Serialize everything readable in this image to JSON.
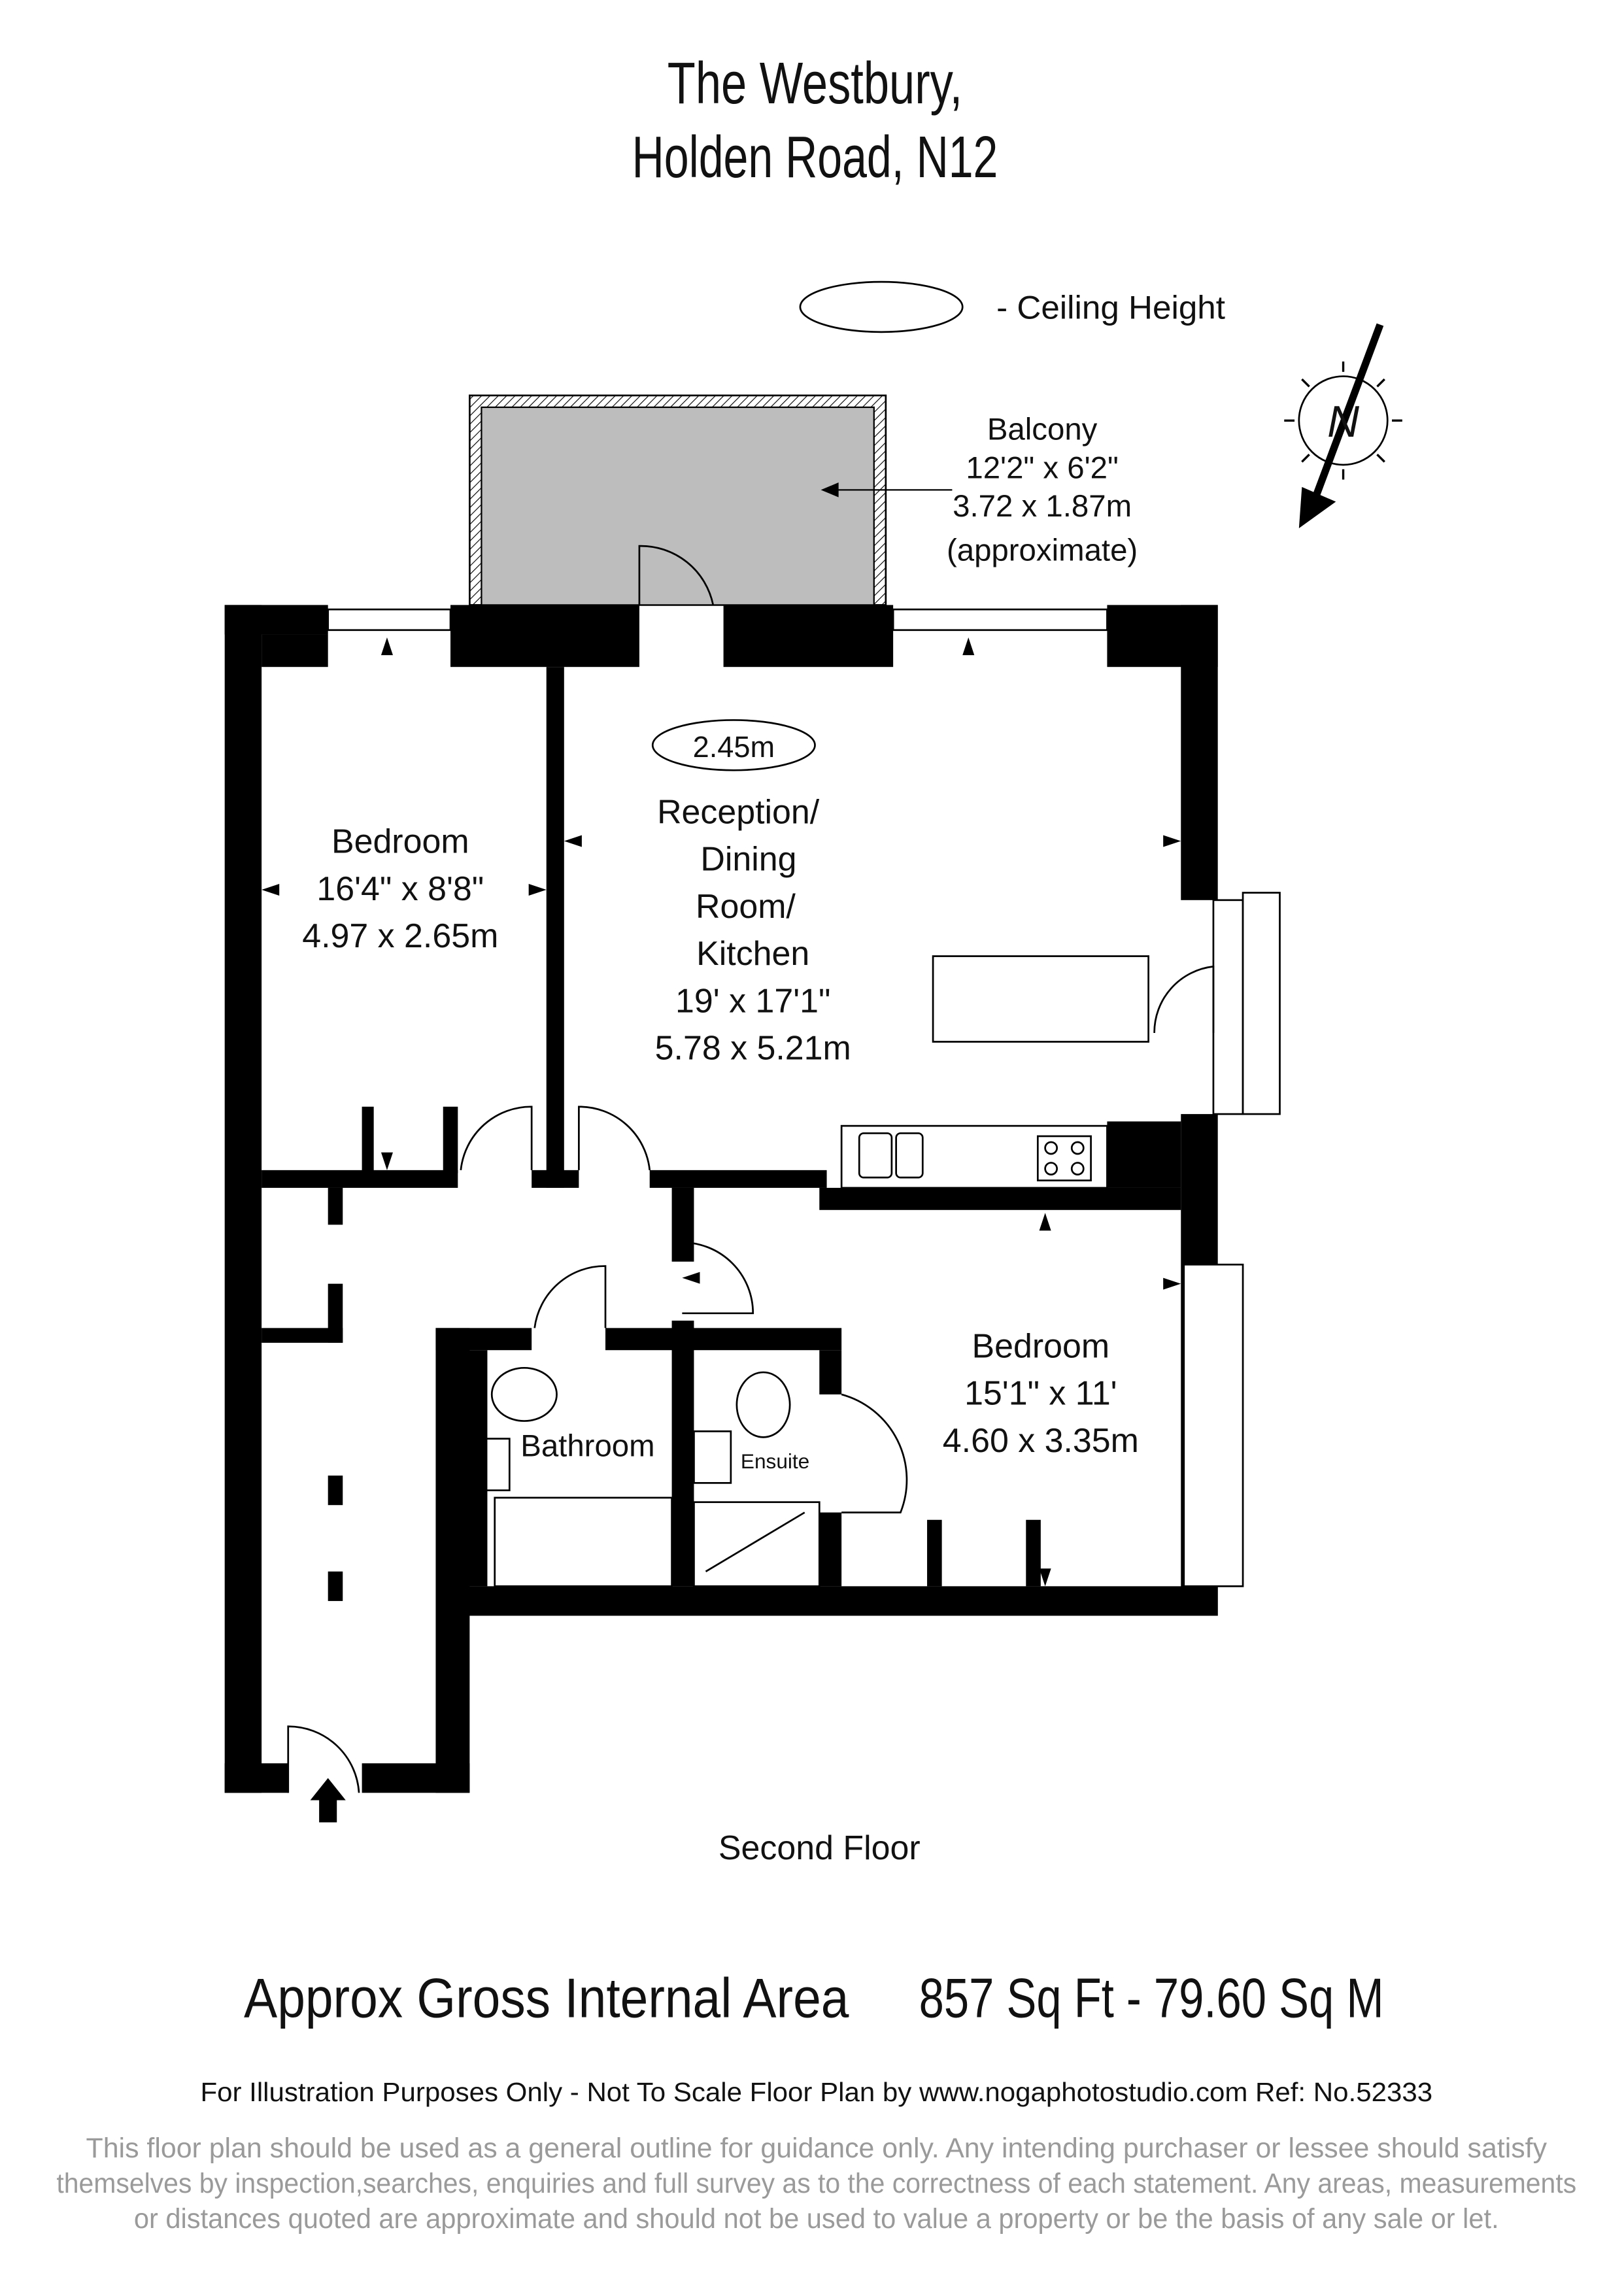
{
  "header": {
    "title_line1": "The Westbury,",
    "title_line2": "Holden Road, N12"
  },
  "legend": {
    "ceiling_label": "- Ceiling Height",
    "icon": "ellipse-icon"
  },
  "compass": {
    "label": "N",
    "icon": "north-compass-icon"
  },
  "balcony": {
    "name": "Balcony",
    "imperial": "12'2\" x 6'2\"",
    "metric": "3.72 x 1.87m",
    "note": "(approximate)",
    "fill": "#bdbdbd"
  },
  "rooms": {
    "bedroom1": {
      "name": "Bedroom",
      "imperial": "16'4\" x 8'8\"",
      "metric": "4.97 x 2.65m"
    },
    "reception": {
      "line1": "Reception/",
      "line2": "Dining",
      "line3": "Room/",
      "line4": "Kitchen",
      "imperial": "19' x 17'1\"",
      "metric": "5.78 x 5.21m",
      "ceiling": "2.45m"
    },
    "bedroom2": {
      "name": "Bedroom",
      "imperial": "15'1\" x 11'",
      "metric": "4.60 x 3.35m"
    },
    "bathroom": {
      "name": "Bathroom"
    },
    "ensuite": {
      "name": "Ensuite"
    }
  },
  "floor_label": "Second Floor",
  "area": {
    "label": "Approx Gross Internal Area",
    "value": "857 Sq Ft  -  79.60 Sq M"
  },
  "footer": {
    "credit": "For Illustration Purposes Only - Not To Scale   Floor Plan by www.nogaphotostudio.com   Ref: No.52333",
    "disclaimer_line1": "This floor plan should be used as a general outline for guidance only. Any intending purchaser or lessee should satisfy",
    "disclaimer_line2": "themselves by inspection,searches, enquiries and full survey as to the correctness of each statement. Any areas, measurements",
    "disclaimer_line3": "or distances quoted are approximate and should not be used to value a property or be the basis of any sale or let."
  }
}
